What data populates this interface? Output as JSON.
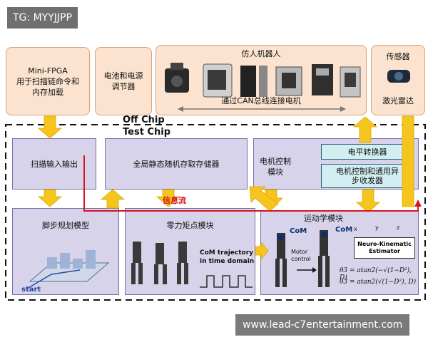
{
  "watermark_top": "TG: MYYJJPP",
  "watermark_bottom": "www.lead-c7entertainment.com",
  "off_chip_label": "Off Chip",
  "test_chip_label": "Test Chip",
  "boxes": {
    "fpga": "Mini-FPGA\n用于扫描链命令和\n内存加载",
    "battery": "电池和电源\n调节器",
    "robot_title": "仿人机器人",
    "can_bus": "通过CAN总线连接电机",
    "sensor_title": "传感器",
    "lidar": "激光雷达",
    "scan_io": "扫描输入输出",
    "sram": "全局静态随机存取存储器",
    "motor_ctrl": "电机控制\n模块",
    "level_shifter": "电平转换器",
    "transceiver": "电机控制和通用异\n步收发器",
    "info_flow": "信息流",
    "footstep": "脚步规划模型",
    "zmp": "零力矩点模块",
    "kinematics": "运动学模块"
  },
  "footstep_start": "start",
  "zmp_traj": "CoM trajectory\nin time domain",
  "kin": {
    "com1": "CoM",
    "com2": "CoM",
    "motor_control": "Motor\ncontrol",
    "estimator": "Neuro-Kinematic\nEstimator",
    "axes_x": "x",
    "axes_y": "y",
    "axes_z": "z",
    "eq1": "θ3 = atan2(−√(1−D²), D)",
    "eq2": "θ3 = atan2(√(1−D²), D)"
  },
  "colors": {
    "peach": "#fbe3cf",
    "lavender": "#d7d3ea",
    "teal": "#d3eef0",
    "arrow": "#f5c51e",
    "info_line": "#d8141f"
  }
}
